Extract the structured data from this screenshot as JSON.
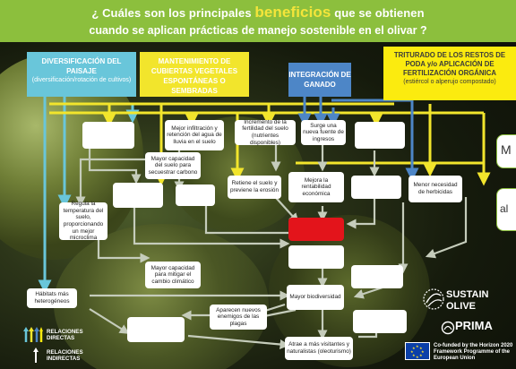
{
  "header": {
    "title_pre": "¿ Cuáles son los principales",
    "title_highlight": "beneficios",
    "title_post": "que se obtienen",
    "title_line2": "cuando se aplican prácticas de manejo sostenible en el olivar ?"
  },
  "categories": {
    "diversificacion": {
      "title": "DIVERSIFICACIÓN DEL PAISAJE",
      "subtitle": "(diversificación/rotación de cultivos)"
    },
    "cubiertas": {
      "title": "MANTENIMIENTO DE CUBIERTAS VEGETALES ESPONTÁNEAS O SEMBRADAS"
    },
    "ganado": {
      "title": "INTEGRACIÓN DE GANADO"
    },
    "triturado": {
      "title": "TRITURADO DE LOS RESTOS DE PODA y/o APLICACIÓN DE FERTILIZACIÓN ORGÁNICA",
      "subtitle": "(estiércol o alperujo compostado)"
    }
  },
  "boxes": {
    "infiltracion": "Mejor infiltración y retención del agua de lluvia en el suelo",
    "fertilidad": "Incremento de la fertilidad del suelo (nutrientes disponibles)",
    "ingresos": "Surge una nueva fuente de ingresos",
    "carbono": "Mayor capacidad del suelo para secuestrar carbono",
    "retiene": "Retiene el suelo y previene la erosión",
    "rentabilidad": "Mejora la rentabilidad económica",
    "herbicidas": "Menor necesidad de herbicidas",
    "temperatura": "Regula la temperatura del suelo, proporcionando un mejor microclima",
    "climatico": "Mayor capacidad para mitigar el cambio climático",
    "habitats": "Hábitats más heterogéneos",
    "biodiversidad": "Mayor biodiversidad",
    "enemigos": "Aparecen nuevos enemigos de las plagas",
    "visitantes": "Atrae a más visitantes y naturalistas (oleoturismo)"
  },
  "legend": {
    "direct": "RELACIONES DIRECTAS",
    "indirect": "RELACIONES INDIRECTAS"
  },
  "right_side": {
    "text_1": "M",
    "text_2": "al"
  },
  "brand": {
    "sustain": "SUSTAIN",
    "olive": "OLIVE",
    "prima": "PRIMA"
  },
  "funding": "Co-funded by the Horizon 2020 Framework Programme of the European Union",
  "colors": {
    "header_green": "#8cbf3d",
    "highlight_yellow": "#f4e53a",
    "diversificacion_blue": "#69c6da",
    "cubiertas_yellow": "#f2e52c",
    "ganado_blue": "#4d86c7",
    "triturado_yellow": "#fbeb0f",
    "alert_red": "#e3141b",
    "arrow_gray": "#b9c2ad"
  }
}
